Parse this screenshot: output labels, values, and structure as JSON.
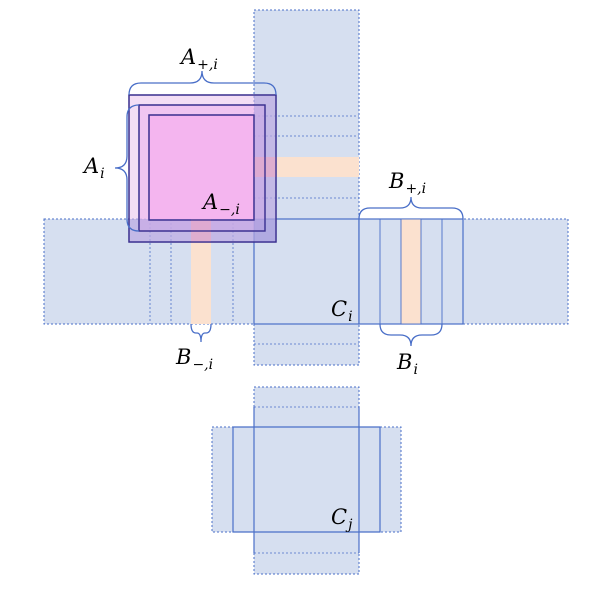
{
  "colors": {
    "blue_fill": "#d6dff0",
    "blue_line": "#4a6fc8",
    "orange_fill": "#fbe1cf",
    "pink_fill": "#f4b5ef",
    "purple_line": "#3a2f8f",
    "purple_fill": "#b89cd9"
  },
  "labels": {
    "a_plus": {
      "base": "A",
      "sub": "+,i"
    },
    "a_i": {
      "base": "A",
      "sub": "i"
    },
    "a_minus": {
      "base": "A",
      "sub": "−,i"
    },
    "b_plus": {
      "base": "B",
      "sub": "+,i"
    },
    "b_i": {
      "base": "B",
      "sub": "i"
    },
    "b_minus": {
      "base": "B",
      "sub": "−,i"
    },
    "c_i": {
      "base": "C",
      "sub": "i"
    },
    "c_j": {
      "base": "C",
      "sub": "j"
    }
  }
}
